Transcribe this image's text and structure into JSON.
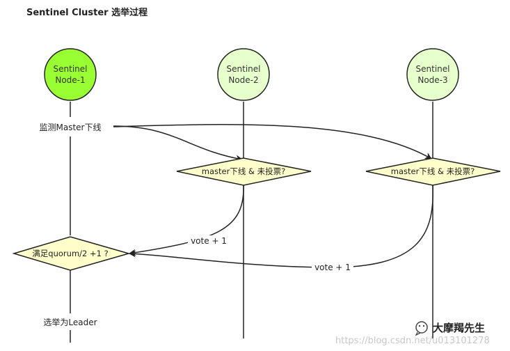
{
  "title": "Sentinel Cluster 选举过程",
  "nodes": [
    {
      "line1": "Sentinel",
      "line2": "Node-1",
      "fill": "#99ff33"
    },
    {
      "line1": "Sentinel",
      "line2": "Node-2",
      "fill": "#e6ffcc"
    },
    {
      "line1": "Sentinel",
      "line2": "Node-3",
      "fill": "#e6ffcc"
    }
  ],
  "labels": {
    "monitor": "监测Master下线",
    "elected": "选举为Leader"
  },
  "decisions": {
    "node2": "master下线 & 未投票?",
    "node3": "master下线 & 未投票?",
    "quorum": "满足quorum/2 +1 ?"
  },
  "votes": {
    "from_node2": "vote + 1",
    "from_node3": "vote + 1"
  },
  "watermark": {
    "name": "大摩羯先生",
    "url": "https://blog.csdn.net/u013101278"
  },
  "colors": {
    "decision_fill": "#ffffcc",
    "line": "#222222"
  }
}
